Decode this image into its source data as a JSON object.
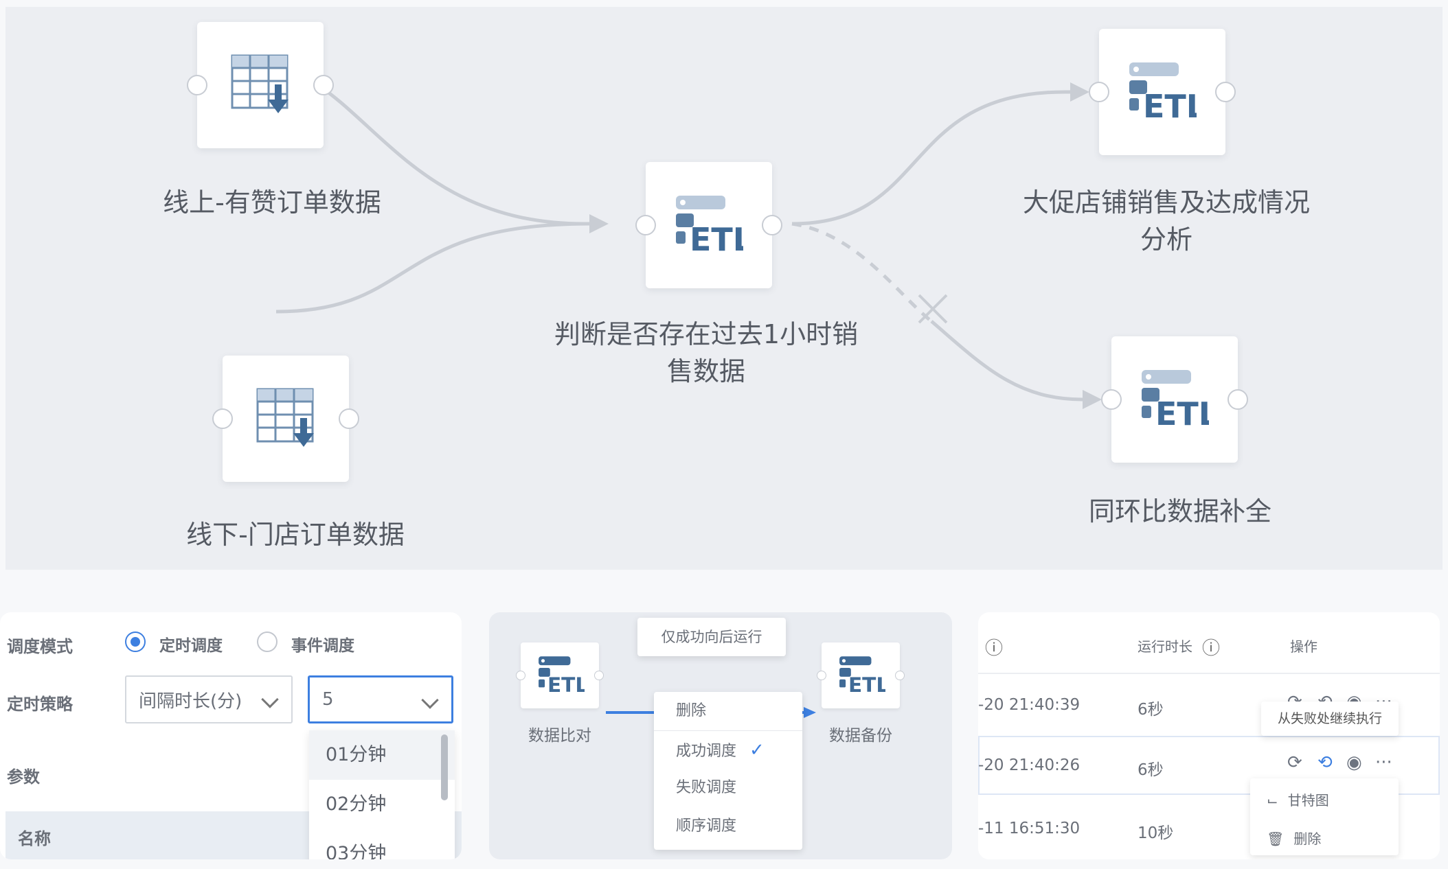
{
  "dag": {
    "nodes": [
      {
        "id": "online-orders",
        "type": "table-input",
        "label": "线上-有赞订单数据"
      },
      {
        "id": "offline-orders",
        "type": "table-input",
        "label": "线下-门店订单数据"
      },
      {
        "id": "judge",
        "type": "etl",
        "label_line1": "判断是否存在过去1小时销",
        "label_line2": "售数据"
      },
      {
        "id": "promo",
        "type": "etl",
        "label_line1": "大促店铺销售及达成情况",
        "label_line2": "分析"
      },
      {
        "id": "yoy",
        "type": "etl",
        "label": "同环比数据补全"
      }
    ],
    "etl_text": "ETL",
    "edge_color": "#c9cdd4"
  },
  "schedule_form": {
    "mode_label": "调度模式",
    "mode_options": [
      "定时调度",
      "事件调度"
    ],
    "mode_selected": "定时调度",
    "strategy_label": "定时策略",
    "strategy_value": "间隔时长(分)",
    "interval_value": "5",
    "interval_options": [
      "01分钟",
      "02分钟",
      "03分钟"
    ],
    "params_label": "参数",
    "name_column": "名称",
    "accent": "#3d7fe0"
  },
  "link_menu": {
    "tooltip": "仅成功向后运行",
    "source_label": "数据比对",
    "target_label": "数据备份",
    "items": [
      "删除",
      "成功调度",
      "失败调度",
      "顺序调度"
    ],
    "checked_item": "成功调度",
    "checkmark": "✓",
    "etl_text": "ETL"
  },
  "run_table": {
    "duration_header": "运行时长",
    "action_header": "操作",
    "info_icon": "ⓘ",
    "rows": [
      {
        "time": "-20 21:40:39",
        "duration": "6秒"
      },
      {
        "time": "-20 21:40:26",
        "duration": "6秒"
      },
      {
        "time": "-11 16:51:30",
        "duration": "10秒"
      }
    ],
    "tooltip": "从失败处继续执行",
    "context_menu": [
      {
        "icon": "gantt-icon",
        "label": "甘特图"
      },
      {
        "icon": "trash-icon",
        "label": "删除"
      }
    ],
    "icons": {
      "refresh": "⟳",
      "history": "⟲",
      "stop": "◉",
      "more": "···"
    }
  }
}
